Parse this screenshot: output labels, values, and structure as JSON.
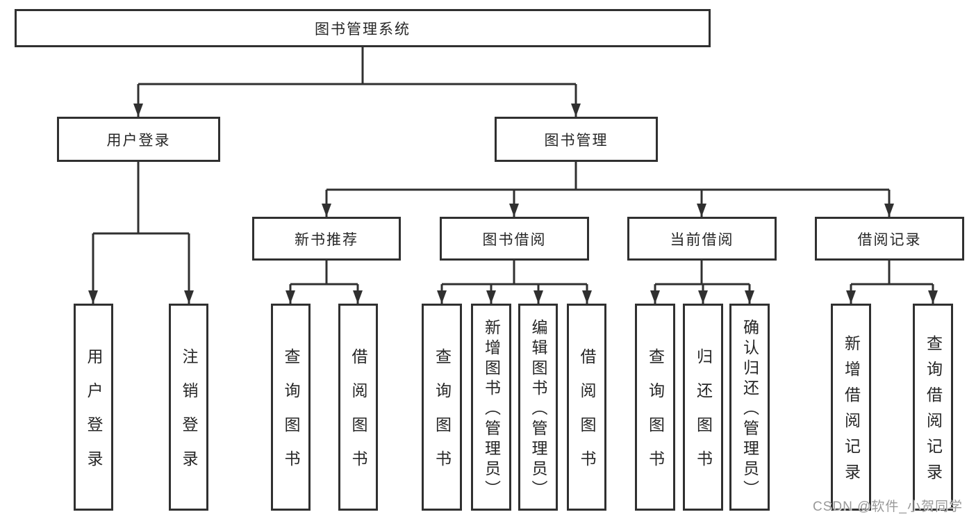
{
  "colors": {
    "line": "#303030",
    "box_border": "#303030",
    "box_fill": "#ffffff",
    "text": "#262626",
    "watermark": "#999999",
    "background": "#ffffff"
  },
  "diagram": {
    "type": "tree-structure-diagram",
    "root": {
      "label": "图书管理系统"
    },
    "tree": [
      {
        "label": "用户登录",
        "children": [
          {
            "label": "用户登录"
          },
          {
            "label": "注销登录"
          }
        ]
      },
      {
        "label": "图书管理",
        "children": [
          {
            "label": "新书推荐",
            "children": [
              {
                "label": "查询图书"
              },
              {
                "label": "借阅图书"
              }
            ]
          },
          {
            "label": "图书借阅",
            "children": [
              {
                "label": "查询图书"
              },
              {
                "label": "新增图书（管理员）"
              },
              {
                "label": "编辑图书（管理员）"
              },
              {
                "label": "借阅图书"
              }
            ]
          },
          {
            "label": "当前借阅",
            "children": [
              {
                "label": "查询图书"
              },
              {
                "label": "归还图书"
              },
              {
                "label": "确认归还（管理员）"
              }
            ]
          },
          {
            "label": "借阅记录",
            "children": [
              {
                "label": "新增借阅记录"
              },
              {
                "label": "查询借阅记录"
              }
            ]
          }
        ]
      }
    ]
  },
  "watermark": {
    "text": "CSDN @软件_小贺同学"
  }
}
